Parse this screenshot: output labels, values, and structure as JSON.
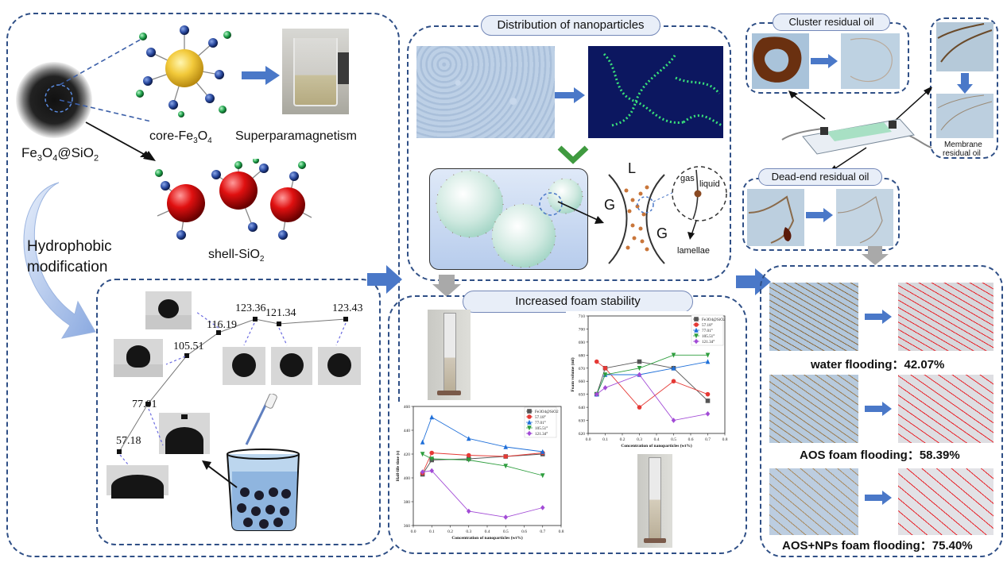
{
  "left_panel": {
    "core_label": "core-Fe3O4",
    "super_label": "Superparamagnetism",
    "composite_label": "Fe3O4@SiO2",
    "shell_label": "shell-SiO2",
    "hydrophobic_label_1": "Hydrophobic",
    "hydrophobic_label_2": "modification",
    "contact_angles": [
      "57.18",
      "77.01",
      "105.51",
      "116.19",
      "123.36",
      "121.34",
      "123.43"
    ]
  },
  "middle_top": {
    "title": "Distribution of nanoparticles",
    "label_L": "L",
    "label_G1": "G",
    "label_G2": "G",
    "label_gas": "gas",
    "label_liquid": "liquid",
    "label_lamellae": "lamellae"
  },
  "middle_bottom": {
    "title": "Increased foam stability"
  },
  "right_panel": {
    "cluster_title": "Cluster residual oil",
    "membrane_label_1": "Membrane",
    "membrane_label_2": "residual oil",
    "deadend_title": "Dead-end residual oil",
    "water_label": "water flooding：42.07%",
    "aos_label": "AOS foam flooding：58.39%",
    "aosnp_label": "AOS+NPs foam flooding：75.40%"
  },
  "colors": {
    "panel_border": "#2f4f86",
    "arrow_blue": "#4a78c8",
    "red_network": "#e8232a",
    "brown_network": "#7a4a1a"
  },
  "chart_data": [
    {
      "type": "line",
      "xlabel": "Concentration of nanoparticles (wt%)",
      "ylabel": "Half-life time (s)",
      "xlim": [
        0.0,
        0.8
      ],
      "ylim": [
        360,
        460
      ],
      "xticks": [
        "0.0",
        "0.1",
        "0.2",
        "0.3",
        "0.4",
        "0.5",
        "0.6",
        "0.7",
        "0.8"
      ],
      "yticks": [
        "360",
        "380",
        "400",
        "420",
        "440",
        "460"
      ],
      "x": [
        0.05,
        0.1,
        0.3,
        0.5,
        0.7
      ],
      "series": [
        {
          "name": "Fe3O4@SiO2",
          "color": "#555555",
          "marker": "square",
          "values": [
            403,
            415,
            416,
            418,
            420
          ]
        },
        {
          "name": "57.18°",
          "color": "#e53935",
          "marker": "circle",
          "values": [
            404,
            421,
            419,
            418,
            421
          ]
        },
        {
          "name": "77.01°",
          "color": "#1e6fd9",
          "marker": "triangle",
          "values": [
            430,
            451,
            433,
            426,
            422
          ]
        },
        {
          "name": "105.51°",
          "color": "#2e9e3e",
          "marker": "triangle-down",
          "values": [
            420,
            416,
            415,
            410,
            402
          ]
        },
        {
          "name": "121.34°",
          "color": "#a24bd6",
          "marker": "diamond",
          "values": [
            405,
            406,
            372,
            367,
            375
          ]
        }
      ]
    },
    {
      "type": "line",
      "xlabel": "Concentration of nanoparticles (wt%)",
      "ylabel": "Foam volume (ml)",
      "xlim": [
        0.0,
        0.8
      ],
      "ylim": [
        620,
        710
      ],
      "xticks": [
        "0.0",
        "0.1",
        "0.2",
        "0.3",
        "0.4",
        "0.5",
        "0.6",
        "0.7",
        "0.8"
      ],
      "yticks": [
        "620",
        "630",
        "640",
        "650",
        "660",
        "670",
        "680",
        "690",
        "700",
        "710"
      ],
      "x": [
        0.05,
        0.1,
        0.3,
        0.5,
        0.7
      ],
      "series": [
        {
          "name": "Fe3O4@SiO2",
          "color": "#555555",
          "marker": "square",
          "values": [
            650,
            670,
            675,
            670,
            645
          ]
        },
        {
          "name": "57.18°",
          "color": "#e53935",
          "marker": "circle",
          "values": [
            675,
            670,
            640,
            660,
            650
          ]
        },
        {
          "name": "77.01°",
          "color": "#1e6fd9",
          "marker": "triangle",
          "values": [
            650,
            665,
            665,
            670,
            675
          ]
        },
        {
          "name": "105.51°",
          "color": "#2e9e3e",
          "marker": "triangle-down",
          "values": [
            650,
            665,
            670,
            680,
            680
          ]
        },
        {
          "name": "121.34°",
          "color": "#a24bd6",
          "marker": "diamond",
          "values": [
            650,
            655,
            665,
            630,
            635
          ]
        }
      ]
    }
  ]
}
